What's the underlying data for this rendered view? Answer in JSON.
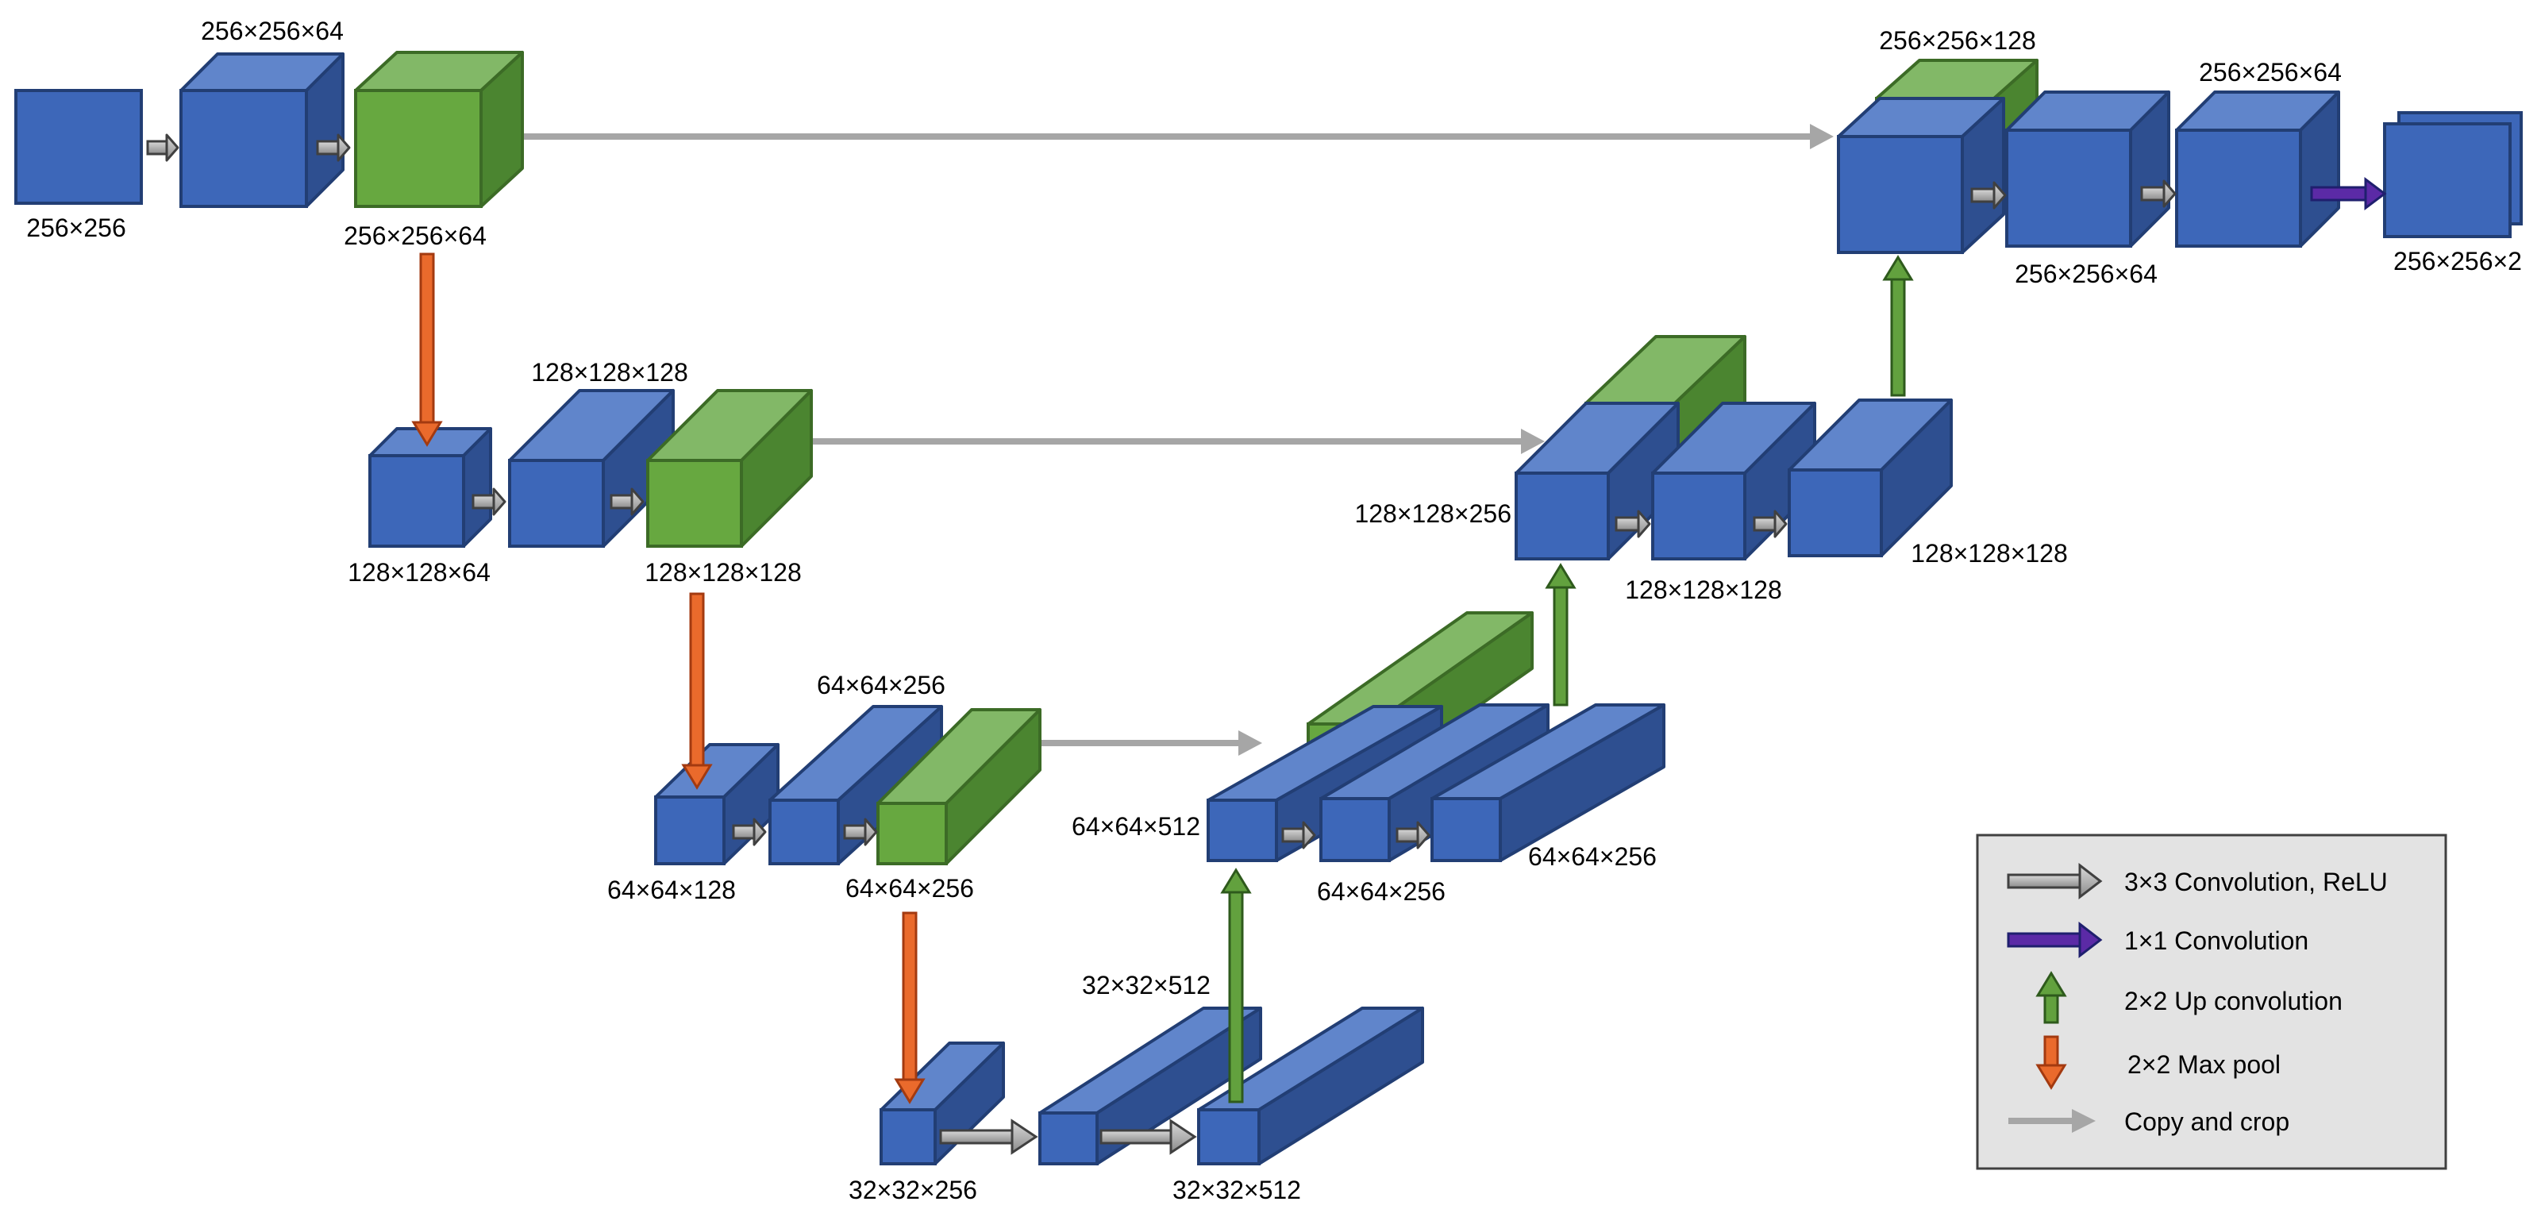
{
  "labels": {
    "input_size": "256×256",
    "enc1_conv1": "256×256×64",
    "enc1_conv2": "256×256×64",
    "enc2_conv1": "128×128×64",
    "enc2_conv2": "128×128×128",
    "enc2_conv3": "128×128×128",
    "enc3_conv1": "64×64×128",
    "enc3_conv2": "64×64×256",
    "enc3_conv3": "64×64×256",
    "bott_conv1": "32×32×256",
    "bott_conv2": "32×32×512",
    "bott_conv3": "32×32×512",
    "dec3_concat": "64×64×512",
    "dec3_conv1": "64×64×256",
    "dec3_conv2": "64×64×256",
    "dec2_concat": "128×128×256",
    "dec2_conv1": "128×128×128",
    "dec2_conv2": "128×128×128",
    "dec1_concat": "256×256×128",
    "dec1_conv1": "256×256×64",
    "dec1_conv2": "256×256×64",
    "output_size": "256×256×2"
  },
  "legend": {
    "conv_relu": "3×3 Convolution, ReLU",
    "conv_1x1": "1×1 Convolution",
    "up_conv": "2×2 Up convolution",
    "max_pool": "2×2 Max pool",
    "copy_crop": "Copy and crop"
  },
  "colors": {
    "blue": "#3d67b9",
    "green": "#67a840",
    "conv_arrow": "#a6a6a6",
    "one_by_one_arrow": "#5b2aa6",
    "up_arrow": "#62a13e",
    "pool_arrow": "#ea6a2c",
    "copy_arrow": "#a6a6a6",
    "legend_bg": "#e3e3e3"
  }
}
